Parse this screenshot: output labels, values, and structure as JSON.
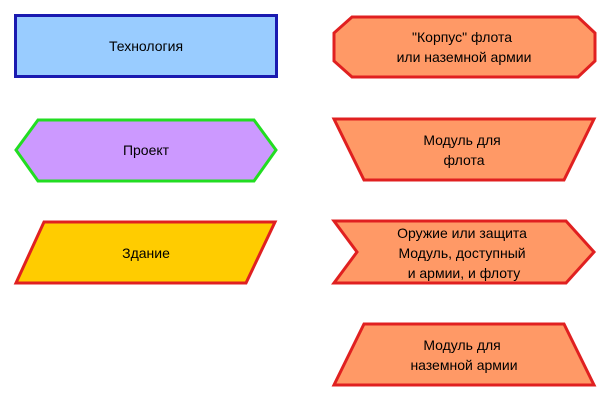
{
  "colors": {
    "background": "#ffffff",
    "text": "#000000"
  },
  "legend": [
    {
      "shape": "rectangle",
      "label_lines": [
        "Технология"
      ],
      "fill": "#99ccff",
      "stroke": "#1a1ab0"
    },
    {
      "shape": "hexagon",
      "label_lines": [
        "Проект"
      ],
      "fill": "#cc99ff",
      "stroke": "#22dd22"
    },
    {
      "shape": "parallelogram",
      "label_lines": [
        "Здание"
      ],
      "fill": "#ffcc00",
      "stroke": "#e02020"
    },
    {
      "shape": "octagon",
      "label_lines": [
        "\"Корпус\" флота",
        "или наземной армии"
      ],
      "fill": "#ff9966",
      "stroke": "#e02020"
    },
    {
      "shape": "inverted-trapezoid",
      "label_lines": [
        "Модуль для",
        "флота"
      ],
      "fill": "#ff9966",
      "stroke": "#e02020"
    },
    {
      "shape": "chevron",
      "label_lines": [
        "Оружие или защита",
        "Модуль, доступный",
        "и армии, и флоту"
      ],
      "fill": "#ff9966",
      "stroke": "#e02020"
    },
    {
      "shape": "trapezoid",
      "label_lines": [
        "Модуль для",
        "наземной армии"
      ],
      "fill": "#ff9966",
      "stroke": "#e02020"
    }
  ]
}
